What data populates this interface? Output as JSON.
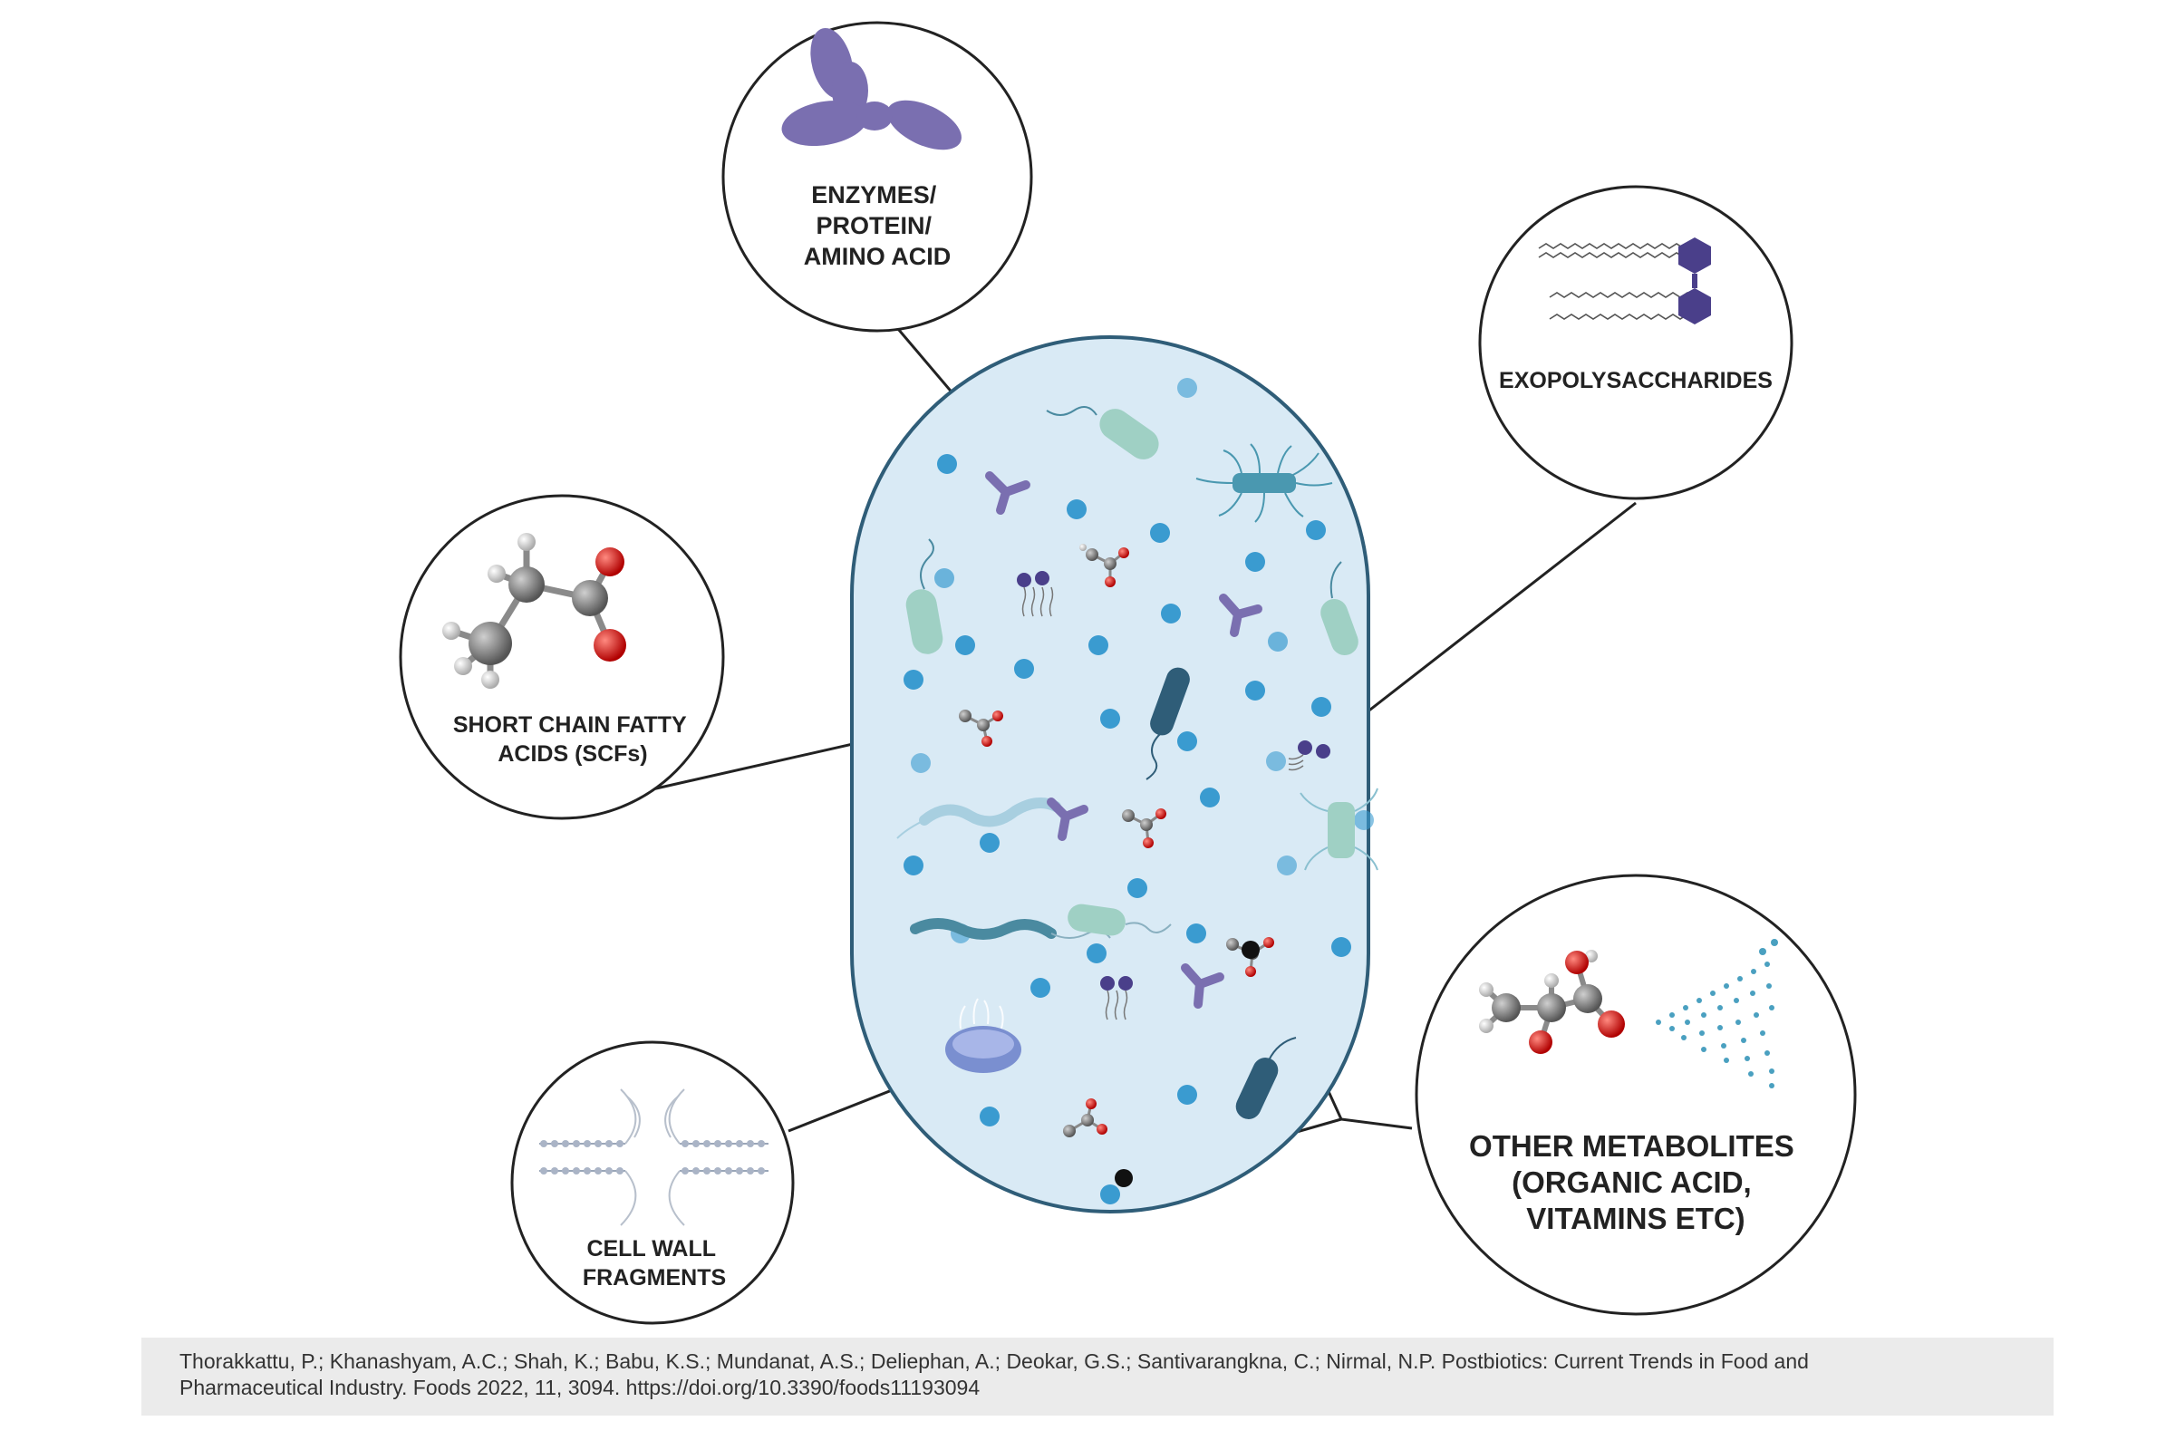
{
  "diagram": {
    "labels": {
      "enzymes": [
        "ENZYMES/",
        "PROTEIN/",
        "AMINO ACID"
      ],
      "exopolysaccharides": [
        "EXOPOLYSACCHARIDES"
      ],
      "scfa": [
        "SHORT CHAIN FATTY",
        "ACIDS (SCFs)"
      ],
      "cell_wall": [
        "CELL WALL",
        "FRAGMENTS"
      ],
      "other_metabolites": [
        "OTHER METABOLITES",
        "(ORGANIC ACID,",
        "VITAMINS ETC)"
      ]
    },
    "colors": {
      "cell_fill": "#d9eaf5",
      "cell_stroke": "#2f5d78",
      "dot": "#3a9bd0",
      "enzyme": "#7a6fb0",
      "carbon": "#7d7d7d",
      "oxygen": "#d62020",
      "hydrogen": "#eeeeee",
      "bacteria": "#9fd0c4"
    }
  },
  "citation": {
    "line1": "Thorakkattu, P.; Khanashyam, A.C.; Shah, K.; Babu, K.S.; Mundanat, A.S.; Deliephan, A.; Deokar, G.S.; Santivarangkna, C.; Nirmal, N.P. Postbiotics: Current Trends in Food and",
    "line2": "Pharmaceutical Industry. Foods 2022, 11, 3094. https://doi.org/10.3390/foods11193094"
  }
}
